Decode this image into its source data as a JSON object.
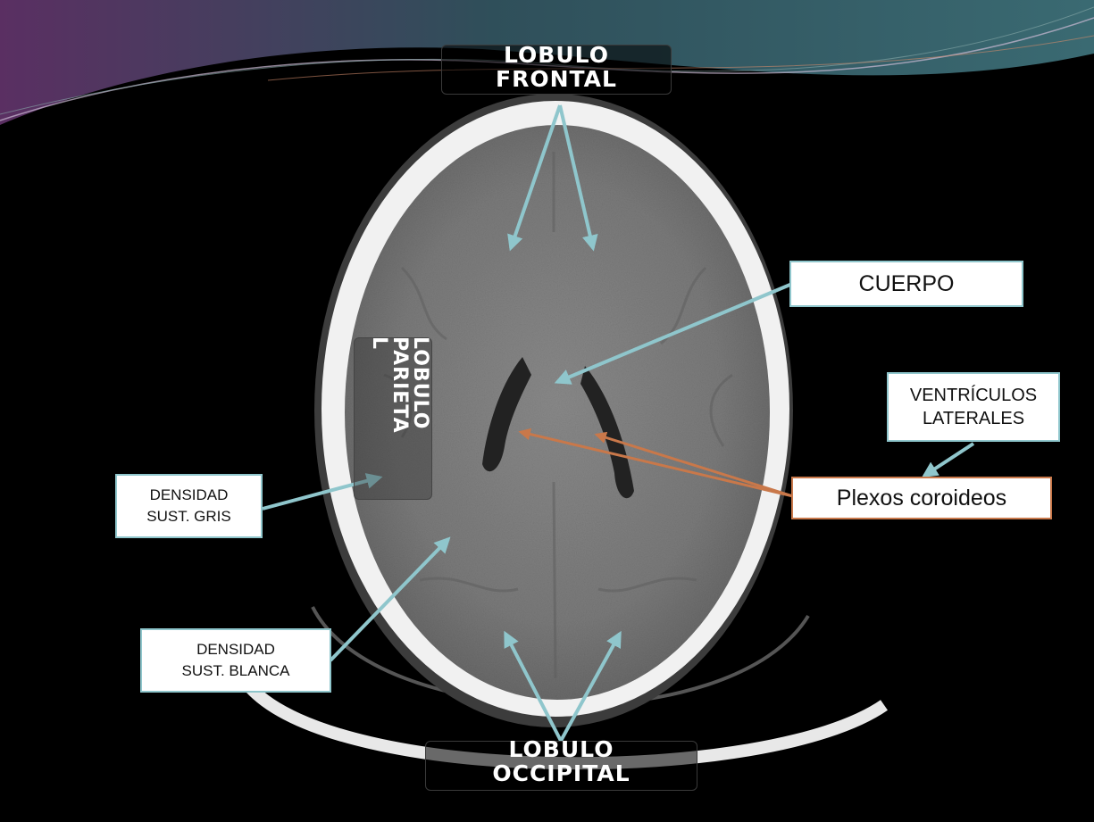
{
  "labels": {
    "frontal": [
      "LOBULO",
      "FRONTAL"
    ],
    "occipital": [
      "LOBULO",
      "OCCIPITAL"
    ],
    "parietal": [
      "LOBULO",
      "PARIETA",
      "L"
    ],
    "cuerpo": "CUERPO",
    "ventriculos": [
      "VENTRÍCULOS",
      "LATERALES"
    ],
    "plexos": "Plexos coroideos",
    "gris": [
      "DENSIDAD",
      "SUST. GRIS"
    ],
    "blanca": [
      "DENSIDAD",
      "SUST. BLANCA"
    ]
  },
  "colors": {
    "arrow_teal": "#8fc6cc",
    "arrow_orange": "#c9784a",
    "background": "#000000",
    "banner_purple": "#5a3a62",
    "banner_teal": "#2f5a63"
  }
}
